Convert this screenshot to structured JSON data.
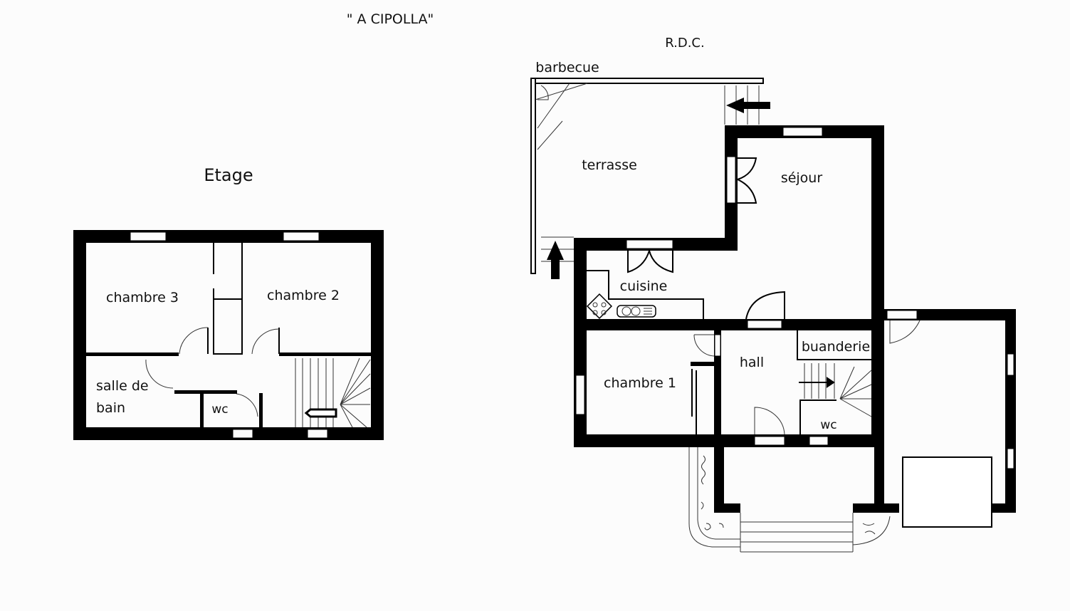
{
  "title": "\" A CIPOLLA\"",
  "etage": {
    "heading": "Etage",
    "rooms": [
      "chambre 3",
      "chambre 2",
      "salle de",
      "bain",
      "wc"
    ]
  },
  "rdc": {
    "heading": "R.D.C.",
    "rooms": [
      "barbecue",
      "terrasse",
      "séjour",
      "cuisine",
      "hall",
      "buanderie",
      "chambre 1",
      "wc"
    ]
  }
}
